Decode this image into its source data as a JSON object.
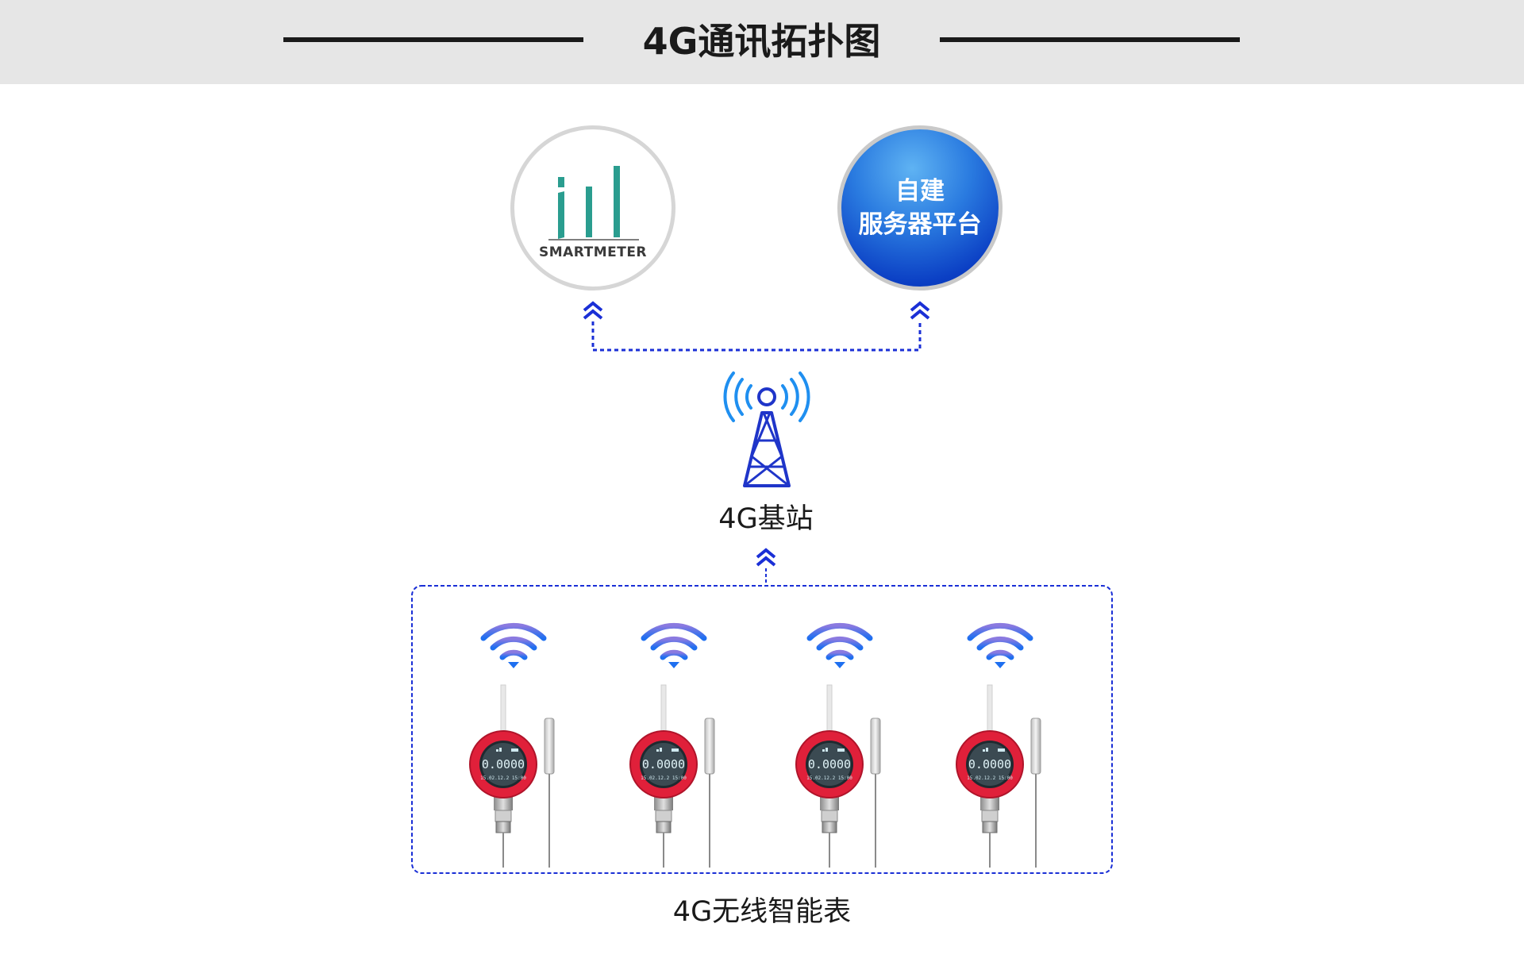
{
  "header": {
    "title": "4G通讯拓扑图"
  },
  "cloud": {
    "logo_text": "SMARTMETER",
    "server_line1": "自建",
    "server_line2": "服务器平台"
  },
  "tower": {
    "label": "4G基站",
    "icon": "cell-tower-icon"
  },
  "devices": {
    "label": "4G无线智能表",
    "items": [
      {
        "reading": "0.0000"
      },
      {
        "reading": "0.0000"
      },
      {
        "reading": "0.0000"
      },
      {
        "reading": "0.0000"
      }
    ]
  },
  "colors": {
    "header_bg": "#e6e6e6",
    "link_blue": "#1a2fd6",
    "tower_blue": "#1f35c9",
    "wifi_top": "#8b7ae0",
    "wifi_bottom": "#1e6ff0",
    "meter_red": "#e0203a",
    "logo_teal": "#2a9d8f"
  }
}
